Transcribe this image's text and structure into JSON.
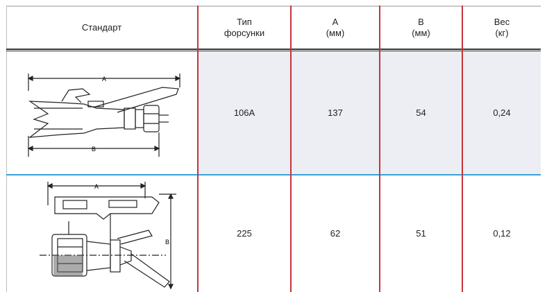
{
  "table": {
    "headers": [
      {
        "line1": "Стандарт",
        "line2": ""
      },
      {
        "line1": "Тип",
        "line2": "форсунки"
      },
      {
        "line1": "A",
        "line2": "(мм)"
      },
      {
        "line1": "B",
        "line2": "(мм)"
      },
      {
        "line1": "Вес",
        "line2": "(кг)"
      }
    ],
    "rows": [
      {
        "drawing_labels": [
          "A",
          "B"
        ],
        "type": "106A",
        "a": "137",
        "b": "54",
        "weight": "0,24"
      },
      {
        "drawing_labels": [
          "A",
          "B"
        ],
        "type": "225",
        "a": "62",
        "b": "51",
        "weight": "0,12"
      }
    ],
    "colors": {
      "header_rule": "#333333",
      "row_rule": "#3aa0d8",
      "column_rule": "#c8323a",
      "shade": "#eceef3"
    }
  }
}
